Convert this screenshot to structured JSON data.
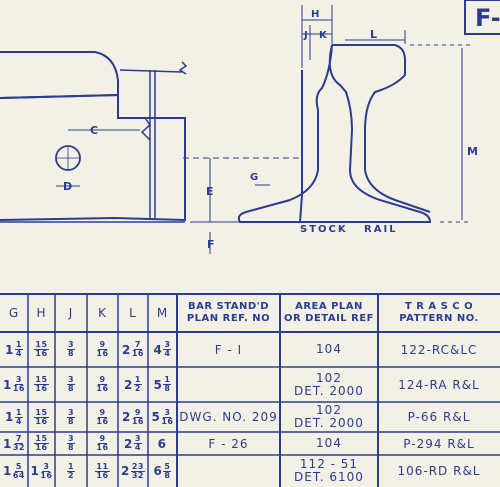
{
  "drawing": {
    "corner_label": "F-",
    "dim_labels": {
      "H": "H",
      "J": "J",
      "K": "K",
      "L": "L",
      "M": "M",
      "C": "C",
      "D": "D",
      "E": "E",
      "F": "F",
      "G": "G"
    },
    "stock_rail_label": "STOCK   RAIL",
    "colors": {
      "ink": "#2a3d8f",
      "paper": "#f3f0e6"
    }
  },
  "table": {
    "headers": {
      "G": "G",
      "H": "H",
      "J": "J",
      "K": "K",
      "L": "L",
      "M": "M",
      "bar_stand_line1": "BAR  STAND'D",
      "bar_stand_line2": "PLAN  REF. NO",
      "area_plan_line1": "AREA  PLAN",
      "area_plan_line2": "OR DETAIL REF",
      "trasco_line1": "T R A S C O",
      "trasco_line2": "PATTERN  NO."
    },
    "rows": [
      {
        "G": {
          "w": "1",
          "n": "1",
          "d": "4"
        },
        "H": {
          "w": "",
          "n": "15",
          "d": "16"
        },
        "J": {
          "w": "",
          "n": "3",
          "d": "8"
        },
        "K": {
          "w": "",
          "n": "9",
          "d": "16"
        },
        "L": {
          "w": "2",
          "n": "7",
          "d": "16"
        },
        "M": {
          "w": "4",
          "n": "3",
          "d": "4"
        },
        "bar": "F - I",
        "area1": "104",
        "area2": "",
        "trasco": "122-RC&LC"
      },
      {
        "G": {
          "w": "1",
          "n": "3",
          "d": "16"
        },
        "H": {
          "w": "",
          "n": "15",
          "d": "16"
        },
        "J": {
          "w": "",
          "n": "3",
          "d": "8"
        },
        "K": {
          "w": "",
          "n": "9",
          "d": "16"
        },
        "L": {
          "w": "2",
          "n": "1",
          "d": "2"
        },
        "M": {
          "w": "5",
          "n": "1",
          "d": "8"
        },
        "bar": "",
        "area1": "102",
        "area2": "DET. 2000",
        "trasco": "124-RA R&L"
      },
      {
        "G": {
          "w": "1",
          "n": "1",
          "d": "4"
        },
        "H": {
          "w": "",
          "n": "15",
          "d": "16"
        },
        "J": {
          "w": "",
          "n": "3",
          "d": "8"
        },
        "K": {
          "w": "",
          "n": "9",
          "d": "16"
        },
        "L": {
          "w": "2",
          "n": "9",
          "d": "16"
        },
        "M": {
          "w": "5",
          "n": "3",
          "d": "16"
        },
        "bar": "DWG. NO. 209",
        "area1": "102",
        "area2": "DET. 2000",
        "trasco": "P-66 R&L"
      },
      {
        "G": {
          "w": "1",
          "n": "7",
          "d": "32"
        },
        "H": {
          "w": "",
          "n": "15",
          "d": "16"
        },
        "J": {
          "w": "",
          "n": "3",
          "d": "8"
        },
        "K": {
          "w": "",
          "n": "9",
          "d": "16"
        },
        "L": {
          "w": "2",
          "n": "3",
          "d": "4"
        },
        "M": {
          "w": "6",
          "n": "",
          "d": ""
        },
        "bar": "F - 26",
        "area1": "104",
        "area2": "",
        "trasco": "P-294 R&L"
      },
      {
        "G": {
          "w": "1",
          "n": "5",
          "d": "64"
        },
        "H": {
          "w": "1",
          "n": "3",
          "d": "16"
        },
        "J": {
          "w": "",
          "n": "1",
          "d": "2"
        },
        "K": {
          "w": "",
          "n": "11",
          "d": "16"
        },
        "L": {
          "w": "2",
          "n": "23",
          "d": "32"
        },
        "M": {
          "w": "6",
          "n": "5",
          "d": "8"
        },
        "bar": "",
        "area1": "112 - 51",
        "area2": "DET. 6100",
        "trasco": "106-RD R&L"
      }
    ]
  }
}
